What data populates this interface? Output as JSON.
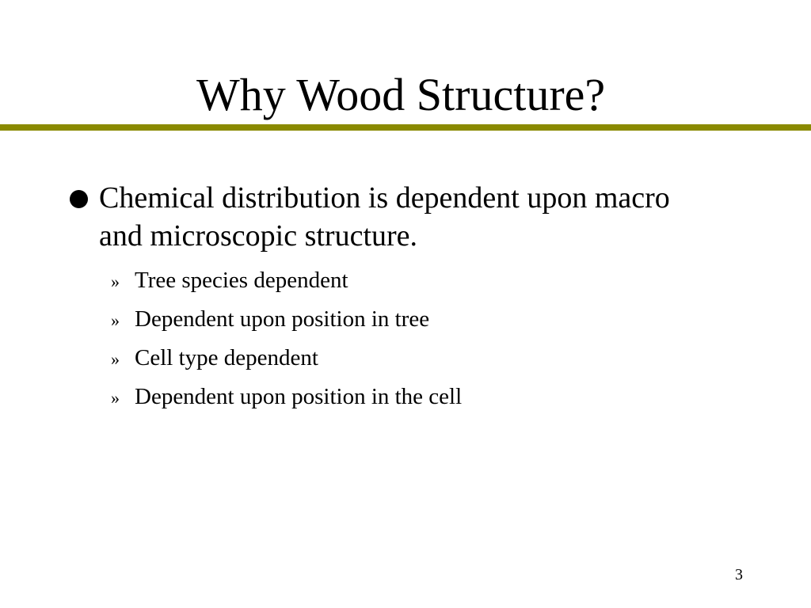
{
  "slide": {
    "title": "Why Wood Structure?",
    "accent_color": "#8a8a00",
    "bullets": [
      {
        "text": "Chemical distribution is dependent upon macro and microscopic structure.",
        "marker_icon": "filled-circle-bullet",
        "sub_items": [
          {
            "marker": "»",
            "text": "Tree species dependent"
          },
          {
            "marker": "»",
            "text": "Dependent upon position in tree"
          },
          {
            "marker": "»",
            "text": "Cell type dependent"
          },
          {
            "marker": "»",
            "text": "Dependent upon position in the cell"
          }
        ]
      }
    ],
    "page_number": "3"
  }
}
